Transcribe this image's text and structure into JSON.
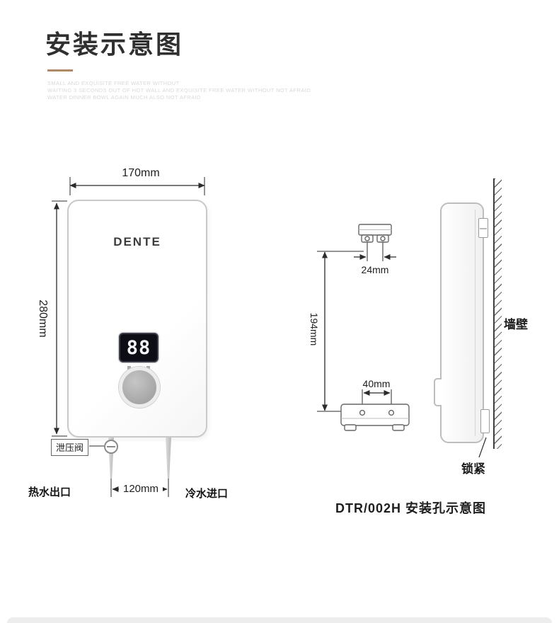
{
  "header": {
    "title": "安装示意图",
    "taglines": [
      "SMALL AND EXQUISITE FREE WATER WITHOUT",
      "WAITING 3 SECONDS OUT OF HOT WALL AND EXQUISITE FREE WATER WITHOUT NOT AFRAID",
      "WATER DINNER BOWL AGAIN MUCH ALSO NOT AFRAID"
    ]
  },
  "front_view": {
    "brand": "DENTE",
    "display_value": "88",
    "dims": {
      "width": "170mm",
      "height": "280mm",
      "pipe_spacing": "120mm"
    },
    "labels": {
      "relief_valve": "泄压阀",
      "hot_outlet": "热水出口",
      "cold_inlet": "冷水进口"
    }
  },
  "side_view": {
    "dims": {
      "top_bracket": "24mm",
      "hole_distance": "194mm",
      "bottom_bracket": "40mm"
    },
    "labels": {
      "wall": "墙壁",
      "lock": "锁紧"
    },
    "caption": "DTR/002H 安装孔示意图"
  },
  "colors": {
    "accent": "#b08a68",
    "line": "#2b2b2b"
  }
}
